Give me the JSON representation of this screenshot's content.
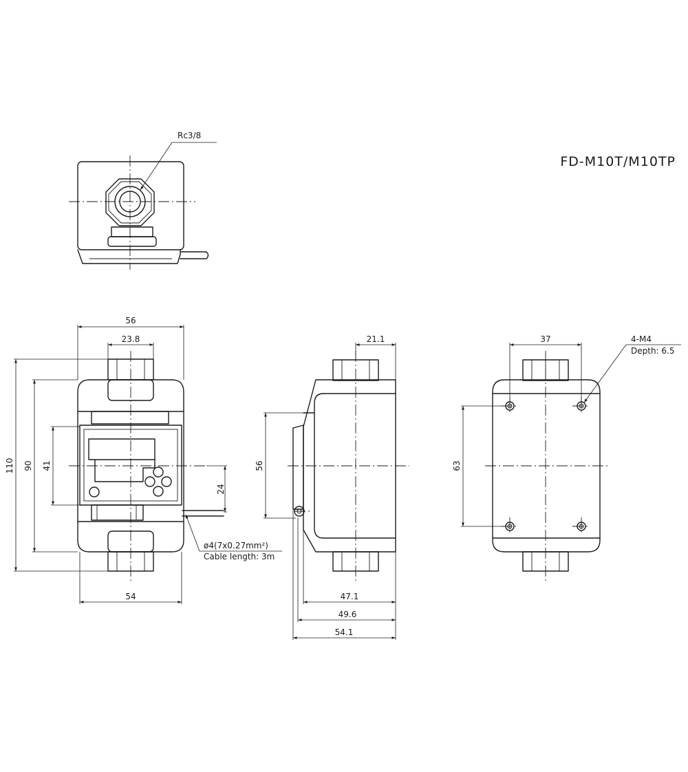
{
  "title": "FD-M10T/M10TP",
  "top_view": {
    "port_label": "Rc3/8"
  },
  "front_view": {
    "dim_width_top": "56",
    "dim_port": "23.8",
    "dim_height_total": "110",
    "dim_height_body": "90",
    "dim_display": "41",
    "dim_cable_offset": "24",
    "dim_width_bottom": "54",
    "cable_spec": "ø4(7x0.27mm²)",
    "cable_length": "Cable length: 3m"
  },
  "side_view": {
    "dim_top": "21.1",
    "dim_height": "56",
    "dim_47": "47.1",
    "dim_49": "49.6",
    "dim_54": "54.1"
  },
  "rear_view": {
    "dim_holes_h": "37",
    "dim_holes_v": "63",
    "thread_label": "4-M4",
    "thread_depth": "Depth: 6.5"
  }
}
